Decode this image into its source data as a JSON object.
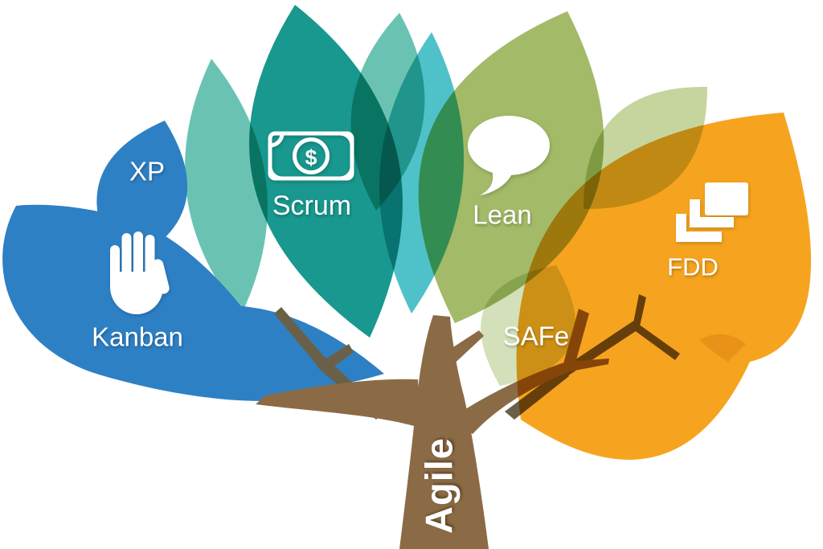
{
  "figure": {
    "type": "infographic-tree",
    "trunk": {
      "label": "Agile"
    },
    "leaves": [
      {
        "id": "xp",
        "label": "XP"
      },
      {
        "id": "kanban",
        "label": "Kanban",
        "icon": "hand-icon"
      },
      {
        "id": "scrum",
        "label": "Scrum",
        "icon": "banknote-dollar-icon"
      },
      {
        "id": "lean",
        "label": "Lean",
        "icon": "speech-bubble-icon"
      },
      {
        "id": "safe",
        "label": "SAFe"
      },
      {
        "id": "fdd",
        "label": "FDD",
        "icon": "stacked-layers-icon"
      }
    ],
    "icon_glyphs": {
      "dollar": "$"
    },
    "palette": {
      "background": "#ffffff",
      "blue": "#2e80c4",
      "teal": "#18988e",
      "seafoam": "#6ac3b2",
      "cyan": "#4fc1c9",
      "olive": "#a3ba68",
      "sage": "#c6d59e",
      "sage_light": "#d4e0ba",
      "orange": "#f6a41f",
      "orange_dark": "#e9921a",
      "trunk_brown": "#8a6b46",
      "branch_dark": "#6a6047",
      "icon_white": "#ffffff"
    }
  }
}
